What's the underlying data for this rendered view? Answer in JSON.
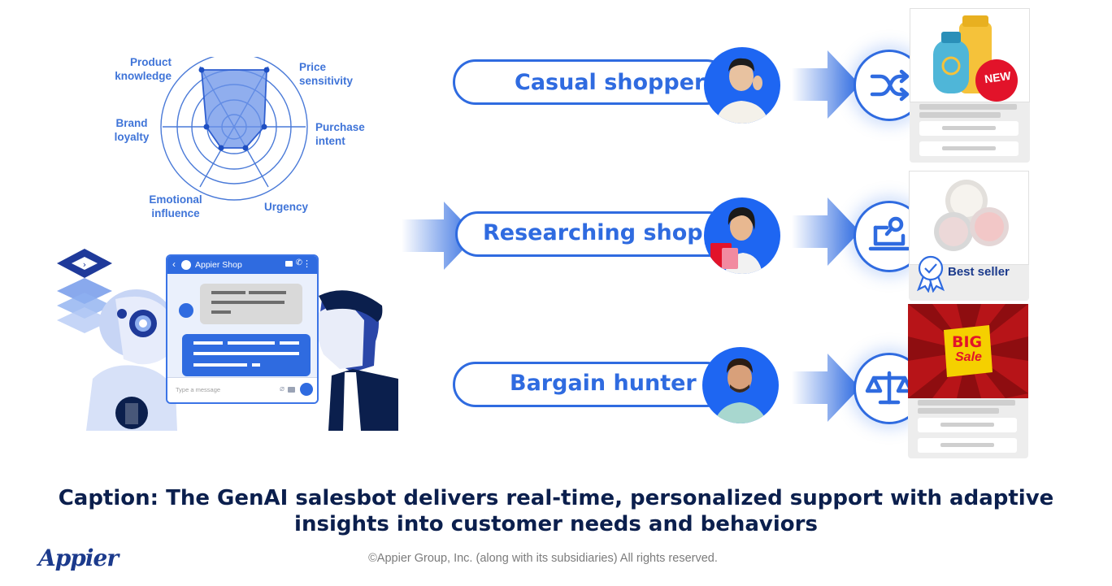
{
  "radar": {
    "labels": {
      "product_knowledge": "Product\nknowledge",
      "price_sensitivity": "Price\nsensitivity",
      "brand_loyalty": "Brand\nloyalty",
      "purchase_intent": "Purchase\nintent",
      "emotional_influence": "Emotional\ninfluence",
      "urgency": "Urgency"
    }
  },
  "chat": {
    "app_title": "Appier Shop",
    "input_placeholder": "Type a message"
  },
  "shoppers": [
    {
      "label": "Casual shopper",
      "icon": "shuffle-icon"
    },
    {
      "label": "Researching shopper",
      "icon": "laptop-search-icon"
    },
    {
      "label": "Bargain hunter",
      "icon": "balance-scale-icon"
    }
  ],
  "products": {
    "new_badge": "NEW",
    "best_seller": "Best seller",
    "sale_big": "BIG",
    "sale_word": "Sale"
  },
  "caption": "Caption: The GenAI salesbot delivers real-time, personalized support with adaptive insights into customer needs and behaviors",
  "footer": "©Appier Group, Inc. (along with its subsidiaries) All rights reserved.",
  "logo": "Appier",
  "colors": {
    "primary_blue": "#2f6be0",
    "radar_fill": "#6b93e8",
    "caption_navy": "#0b1f4d"
  }
}
